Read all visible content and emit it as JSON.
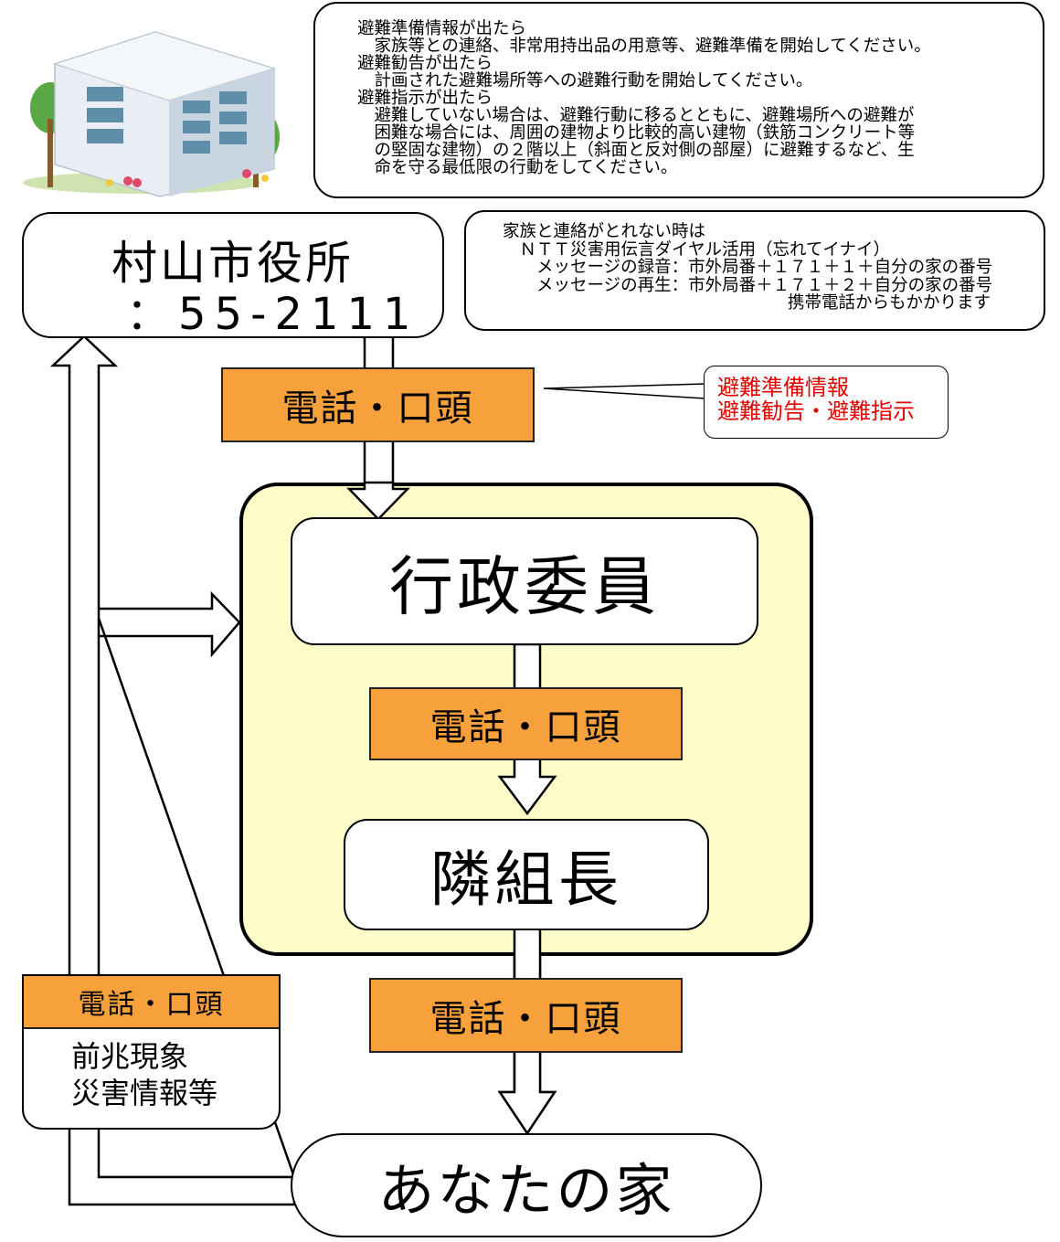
{
  "evac_info": {
    "lines": [
      "避難準備情報が出たら",
      "　家族等との連絡、非常用持出品の用意等、避難準備を開始してください。",
      "避難勧告が出たら",
      "　計画された避難場所等への避難行動を開始してください。",
      "避難指示が出たら",
      "　避難していない場合は、避難行動に移るとともに、避難場所への避難が",
      "　困難な場合には、周囲の建物より比較的高い建物（鉄筋コンクリート等",
      "　の堅固な建物）の２階以上（斜面と反対側の部屋）に避難するなど、生",
      "　命を守る最低限の行動をしてください。"
    ]
  },
  "contact_info": {
    "lines": [
      "家族と連絡がとれない時は",
      "　ＮＴＴ災害用伝言ダイヤル活用（忘れてイナイ）",
      "　　メッセージの録音：市外局番＋１７１＋１＋自分の家の番号",
      "　　メッセージの再生：市外局番＋１７１＋２＋自分の家の番号",
      "携帯電話からもかかります"
    ]
  },
  "city_hall": {
    "name": "村山市役所",
    "phone": "：55-2111"
  },
  "callout": {
    "line1": "避難準備情報",
    "line2": "避難勧告・避難指示"
  },
  "method_label": "電話・口頭",
  "admin_member": "行政委員",
  "group_leader": "隣組長",
  "side_box": {
    "header": "電話・口頭",
    "line1": "前兆現象",
    "line2": "災害情報等"
  },
  "your_home": "あなたの家",
  "colors": {
    "orange": "#f7a13c",
    "yellow_bg": "#fefcc8",
    "callout_text": "#e60000"
  }
}
